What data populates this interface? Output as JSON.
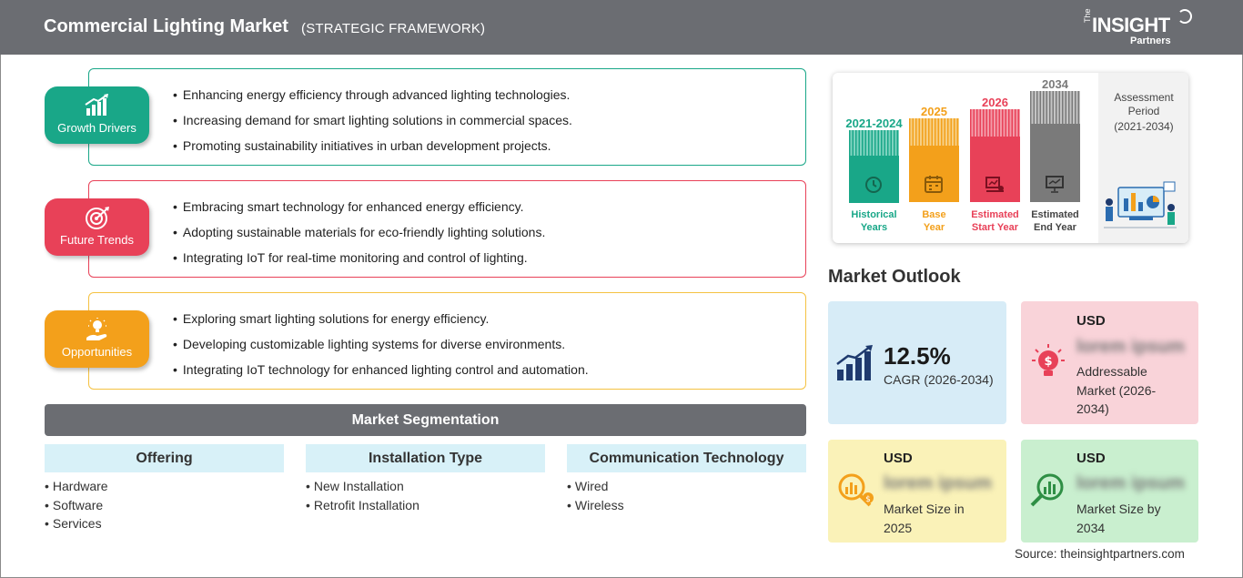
{
  "header": {
    "title": "Commercial Lighting Market",
    "subtitle": "(STRATEGIC FRAMEWORK)",
    "logo": {
      "prefix": "The",
      "main": "INSIGHT",
      "sub": "Partners"
    }
  },
  "sections": [
    {
      "label": "Growth Drivers",
      "color": "#19a788",
      "border": "#19a788",
      "icon": "growth-chart-icon",
      "items": [
        "Enhancing energy efficiency through advanced lighting technologies.",
        "Increasing demand for smart lighting solutions in commercial spaces.",
        "Promoting sustainability initiatives in urban development projects."
      ]
    },
    {
      "label": "Future Trends",
      "color": "#e84158",
      "border": "#e84158",
      "icon": "target-icon",
      "items": [
        "Embracing smart technology for enhanced energy efficiency.",
        "Adopting sustainable materials for eco-friendly lighting solutions.",
        "Integrating IoT for real-time monitoring and control of lighting."
      ]
    },
    {
      "label": "Opportunities",
      "color": "#f3a01b",
      "border": "#f5c242",
      "icon": "lightbulb-hand-icon",
      "items": [
        "Exploring smart lighting solutions for energy efficiency.",
        "Developing customizable lighting systems for diverse environments.",
        "Integrating IoT technology for enhanced lighting control and automation."
      ]
    }
  ],
  "segmentation": {
    "title": "Market Segmentation",
    "columns": [
      {
        "title": "Offering",
        "items": [
          "Hardware",
          "Software",
          "Services"
        ]
      },
      {
        "title": "Installation Type",
        "items": [
          "New Installation",
          "Retrofit Installation"
        ]
      },
      {
        "title": "Communication Technology",
        "items": [
          "Wired",
          "Wireless"
        ]
      }
    ]
  },
  "timeline": {
    "bars": [
      {
        "year": "2021-2024",
        "label": "Historical Years",
        "line1": "Historical",
        "line2": "Years",
        "color": "#19a788",
        "stripe": "#7fd3c0",
        "icon": "history-icon"
      },
      {
        "year": "2025",
        "label": "Base Year",
        "line1": "Base",
        "line2": "Year",
        "color": "#f3a01b",
        "stripe": "#f7cf84",
        "icon": "calendar-icon"
      },
      {
        "year": "2026",
        "label": "Estimated Start Year",
        "line1": "Estimated",
        "line2": "Start Year",
        "color": "#e84158",
        "stripe": "#f39aa7",
        "icon": "chart-board-icon"
      },
      {
        "year": "2034",
        "label": "Estimated End Year",
        "line1": "Estimated",
        "line2": "End Year",
        "color": "#7a7a7a",
        "stripe": "#c4c4c4",
        "icon": "presentation-icon"
      }
    ],
    "assessment": {
      "line1": "Assessment",
      "line2": "Period",
      "line3": "(2021-2034)"
    }
  },
  "outlook": {
    "title": "Market Outlook",
    "cagr": {
      "value": "12.5%",
      "label": "CAGR (2026-2034)"
    },
    "addressable": {
      "currency": "USD",
      "value": "lorem ipsum",
      "label": "Addressable Market (2026-2034)"
    },
    "size_2025": {
      "currency": "USD",
      "value": "lorem ipsum",
      "label": "Market Size in 2025"
    },
    "size_2034": {
      "currency": "USD",
      "value": "lorem ipsum",
      "label": "Market Size by 2034"
    }
  },
  "source": "Source: theinsightpartners.com",
  "colors": {
    "header": "#6b6d72",
    "teal": "#19a788",
    "red": "#e84158",
    "orange": "#f3a01b",
    "navy": "#1e3a6e"
  }
}
